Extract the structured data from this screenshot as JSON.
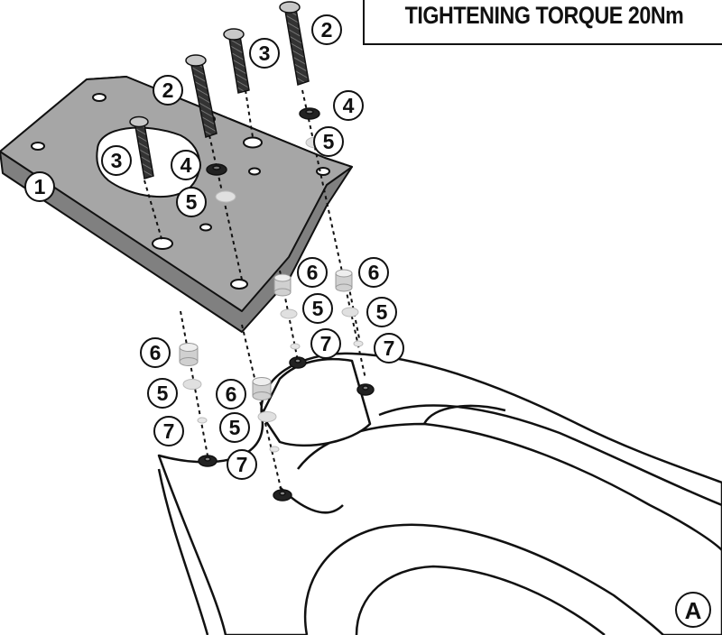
{
  "header": {
    "torque_text": "TIGHTENING TORQUE 20Nm"
  },
  "view_label": "A",
  "callouts": [
    {
      "id": "c1",
      "number": "1"
    },
    {
      "id": "c2a",
      "number": "2"
    },
    {
      "id": "c2b",
      "number": "2"
    },
    {
      "id": "c3a",
      "number": "3"
    },
    {
      "id": "c3b",
      "number": "3"
    },
    {
      "id": "c4a",
      "number": "4"
    },
    {
      "id": "c4b",
      "number": "4"
    },
    {
      "id": "c5a",
      "number": "5"
    },
    {
      "id": "c5b",
      "number": "5"
    },
    {
      "id": "c5c",
      "number": "5"
    },
    {
      "id": "c5d",
      "number": "5"
    },
    {
      "id": "c5e",
      "number": "5"
    },
    {
      "id": "c5f",
      "number": "5"
    },
    {
      "id": "c6a",
      "number": "6"
    },
    {
      "id": "c6b",
      "number": "6"
    },
    {
      "id": "c6c",
      "number": "6"
    },
    {
      "id": "c6d",
      "number": "6"
    },
    {
      "id": "c7a",
      "number": "7"
    },
    {
      "id": "c7b",
      "number": "7"
    },
    {
      "id": "c7c",
      "number": "7"
    },
    {
      "id": "c7d",
      "number": "7"
    }
  ],
  "colors": {
    "line": "#111111",
    "plate_top": "#a6a6a6",
    "plate_side": "#808080",
    "washer": "#d8d8d8",
    "frame_fill": "#ffffff"
  }
}
